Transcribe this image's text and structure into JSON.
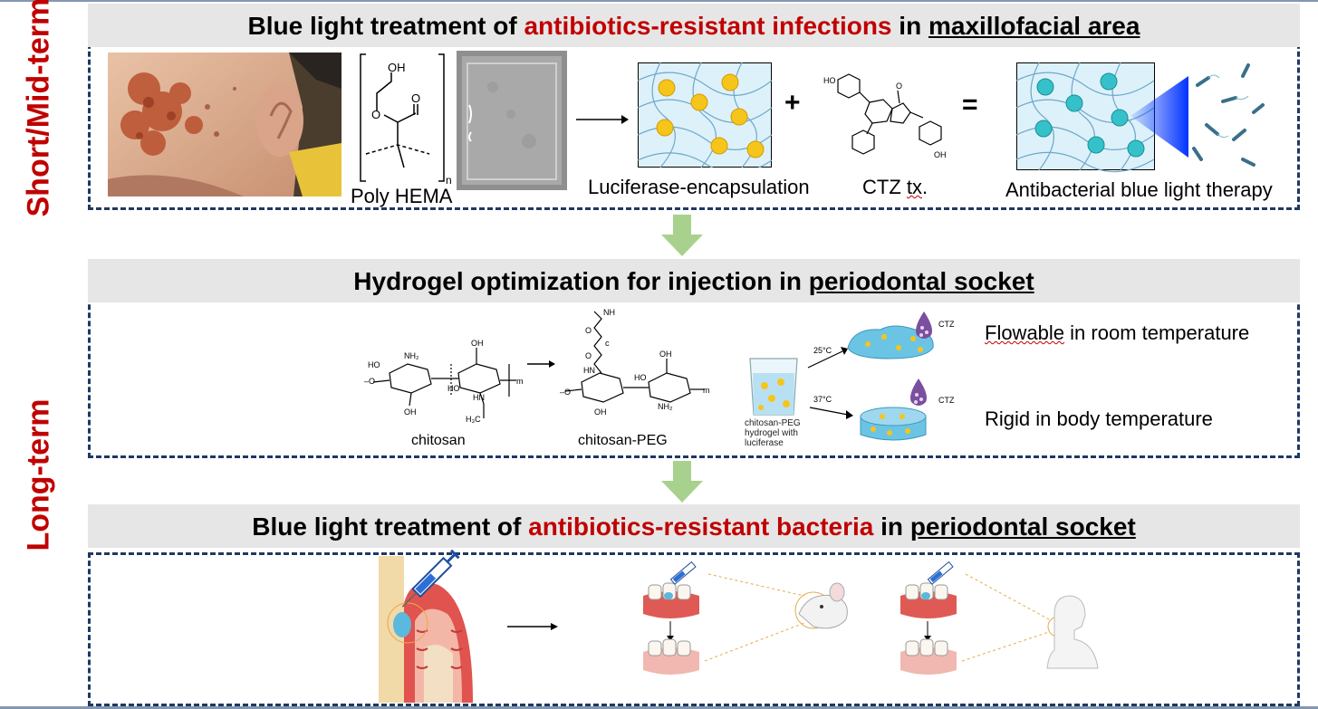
{
  "phases": {
    "short_mid": "Short/Mid-term",
    "long": "Long-term"
  },
  "panel1": {
    "title_pre": "Blue light treatment of ",
    "title_red": "antibiotics-resistant infections",
    "title_mid": " in ",
    "title_ul": "maxillofacial area",
    "polymer_label": "Poly HEMA",
    "chem_oh": "OH",
    "chem_o1": "O",
    "chem_o2": "O",
    "chem_n": "n",
    "step1_label": "Luciferase-encapsulation",
    "plus": "+",
    "ctz_label_main": "CTZ ",
    "ctz_label_wavy": "tx",
    "ctz_label_end": ".",
    "equals": "=",
    "result_label": "Antibacterial blue light therapy"
  },
  "panel2": {
    "title_pre": "Hydrogel optimization for injection in ",
    "title_ul": "periodontal socket",
    "chitosan_label": "chitosan",
    "chitosan_peg_label": "chitosan-PEG",
    "beaker_label": "chitosan-PEG\nhydrogel with\nluciferase",
    "temp1": "25°C",
    "temp2": "37°C",
    "ctz_tag": "CTZ",
    "state1_wavy": "Flowable",
    "state1_rest": " in room temperature",
    "state2": "Rigid in body temperature"
  },
  "panel3": {
    "title_pre": "Blue light treatment of ",
    "title_red": "antibiotics-resistant bacteria",
    "title_mid": " in ",
    "title_ul": "periodontal socket"
  },
  "colors": {
    "red": "#c00000",
    "navy": "#1f3864",
    "header_bg": "#e7e6e6",
    "arrow_green": "#a9d18e",
    "blue_light": "#2f6bff",
    "hydrogel": "#7fc4e0"
  }
}
